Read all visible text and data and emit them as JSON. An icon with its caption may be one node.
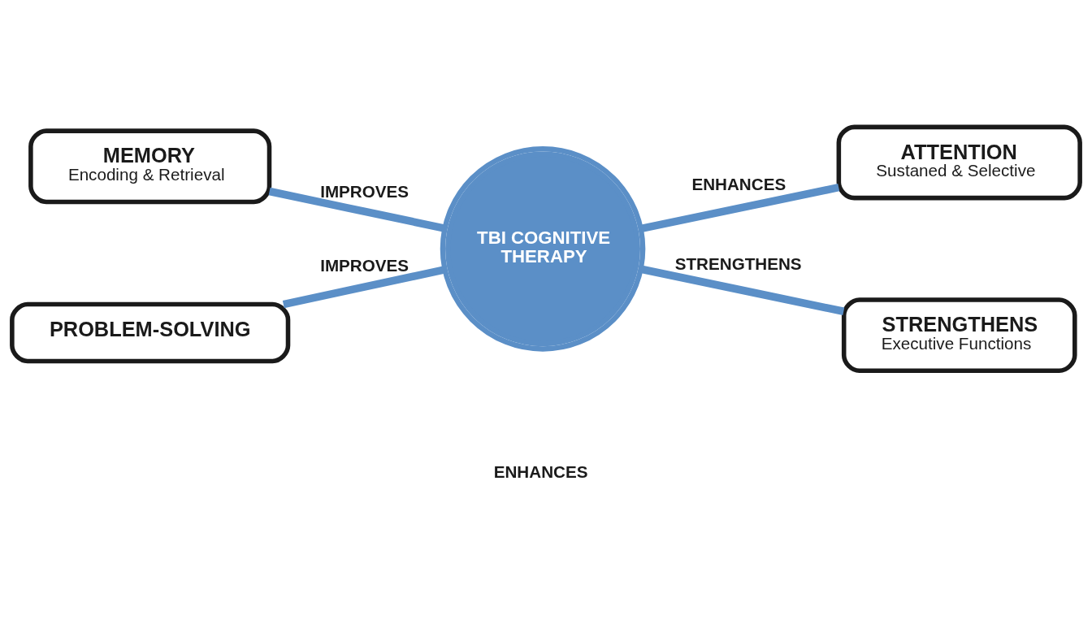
{
  "diagram": {
    "nodes": [
      {
        "text": [
          "TBI COGNITIVE THERAPY"
        ]
      },
      {
        "text": [
          "MEMORY",
          "Encoding & Retrieval"
        ]
      },
      {
        "text": [
          "ATTENTION",
          "Sustaned & Selective"
        ]
      },
      {
        "text": [
          "PROBLEM-SOLVING"
        ]
      },
      {
        "text": [
          "STRENGTHENS",
          "Executive Functions"
        ]
      }
    ],
    "edges": [
      {
        "from": 0,
        "to": 1,
        "arrow": "none",
        "label": "IMPROVES"
      },
      {
        "from": 0,
        "to": 2,
        "arrow": "none",
        "label": "ENHANCES"
      },
      {
        "from": 0,
        "to": 3,
        "arrow": "none",
        "label": "IMPROVES"
      },
      {
        "from": 0,
        "to": 4,
        "arrow": "none",
        "label": "STRENGTHENS"
      }
    ],
    "labels": [
      "ENHANCES"
    ]
  }
}
